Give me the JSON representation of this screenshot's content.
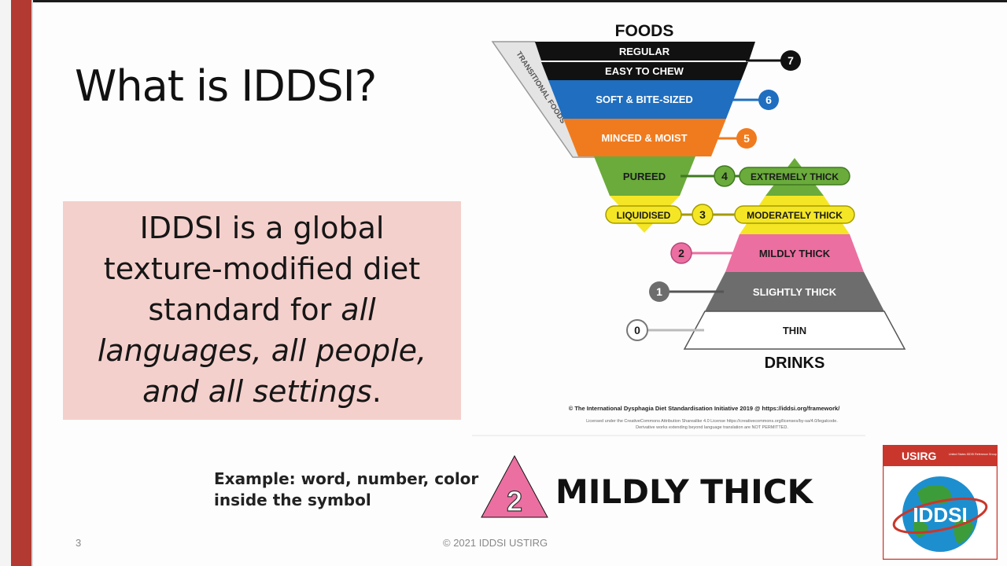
{
  "slide": {
    "title": "What is IDDSI?",
    "definition": {
      "line1": "IDDSI is a global",
      "line2": "texture-modified diet",
      "line3_prefix": "standard for ",
      "line3_italic": "all",
      "line4_italic": "languages, all people,",
      "line5_italic": "and all settings",
      "line5_suffix": "."
    },
    "example": {
      "line1": "Example: word, number, color",
      "line2": "inside the symbol",
      "symbol_number": "2",
      "symbol_label": "MILDLY THICK",
      "symbol_color": "#ec6fa1"
    },
    "page_number": "3",
    "footer": "© 2021 IDDSI USTIRG"
  },
  "framework": {
    "foods_heading": "FOODS",
    "drinks_heading": "DRINKS",
    "transitional_label": "TRANSITIONAL FOODS",
    "levels": [
      {
        "number": "7",
        "foods": "REGULAR",
        "color": "#111111"
      },
      {
        "number": "7",
        "foods": "EASY TO CHEW",
        "color": "#111111"
      },
      {
        "number": "6",
        "foods": "SOFT & BITE-SIZED",
        "color": "#1f6ec0"
      },
      {
        "number": "5",
        "foods": "MINCED & MOIST",
        "color": "#f07b1e"
      },
      {
        "number": "4",
        "foods": "PUREED",
        "drinks": "EXTREMELY THICK",
        "color": "#6aab3c"
      },
      {
        "number": "3",
        "foods": "LIQUIDISED",
        "drinks": "MODERATELY THICK",
        "color": "#f4e625"
      },
      {
        "number": "2",
        "drinks": "MILDLY THICK",
        "color": "#ec6fa1"
      },
      {
        "number": "1",
        "drinks": "SLIGHTLY THICK",
        "color": "#6d6d6d"
      },
      {
        "number": "0",
        "drinks": "THIN",
        "color": "#ffffff"
      }
    ],
    "copyright": "© The International Dysphagia Diet Standardisation Initiative 2019 @ https://iddsi.org/framework/",
    "license_line1": "Licensed under the CreativeCommons Attribution Sharealike 4.0 License https://creativecommons.org/licenses/by-sa/4.0/legalcode.",
    "license_line2": "Derivative works extending beyond language translation are NOT PERMITTED."
  },
  "badge": {
    "heading": "USIRG",
    "subtext": "United States IDDSI Reference Group",
    "logo_text": "IDDSI",
    "header_color": "#c9372c"
  }
}
